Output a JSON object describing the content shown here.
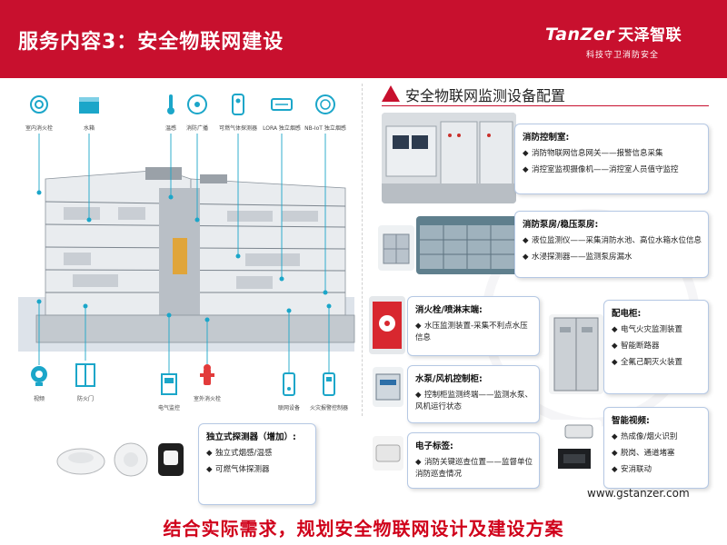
{
  "header": {
    "title": "服务内容3：安全物联网建设",
    "logo_main": "TanZer",
    "logo_cn": "天泽智联",
    "logo_sub": "科技守卫消防安全"
  },
  "diagram": {
    "devices_top": [
      {
        "label": "室内消火栓",
        "icon": "hydrant-icon"
      },
      {
        "label": "水箱",
        "icon": "water-tank-icon"
      },
      {
        "label": "温感",
        "icon": "thermometer-icon"
      },
      {
        "label": "消防广播",
        "icon": "speaker-icon"
      },
      {
        "label": "可燃气体探测器",
        "icon": "gas-detector-icon"
      },
      {
        "label": "LORA 独立烟感",
        "icon": "lora-smoke-icon"
      },
      {
        "label": "NB-IoT 独立烟感",
        "icon": "nb-smoke-icon"
      }
    ],
    "devices_bottom": [
      {
        "label": "视频",
        "icon": "camera-icon"
      },
      {
        "label": "防火门",
        "icon": "fire-door-icon"
      },
      {
        "label": "电气监控",
        "icon": "electric-monitor-icon"
      },
      {
        "label": "室外消火栓",
        "icon": "outdoor-hydrant-icon"
      },
      {
        "label": "联网设备",
        "icon": "network-device-icon"
      },
      {
        "label": "火灾报警控制器",
        "icon": "alarm-controller-icon"
      }
    ]
  },
  "section": {
    "title": "安全物联网监测设备配置"
  },
  "boxes": {
    "control_room": {
      "title": "消防控制室:",
      "items": [
        "消防物联网信息网关——报警信息采集",
        "消控室监视摄像机——消控室人员值守监控"
      ]
    },
    "pump_room": {
      "title": "消防泵房/稳压泵房:",
      "items": [
        "液位监测仪——采集消防水池、高位水箱水位信息",
        "水浸探测器——监测泵房漏水"
      ]
    },
    "hydrant": {
      "title": "消火栓/喷淋末端:",
      "items": [
        "水压监测装置-采集不利点水压信息"
      ]
    },
    "distribution": {
      "title": "配电柜:",
      "items": [
        "电气火灾监测装置",
        "智能断路器",
        "全氟己酮灭火装置"
      ]
    },
    "pump_control": {
      "title": "水泵/风机控制柜:",
      "items": [
        "控制柜监测终端——监测水泵、风机运行状态"
      ]
    },
    "smart_video": {
      "title": "智能视频:",
      "items": [
        "热成像/烟火识别",
        "脱岗、通道堵塞",
        "安消联动"
      ]
    },
    "e_tag": {
      "title": "电子标签:",
      "items": [
        "消防关键巡查位置——监督单位消防巡查情况"
      ]
    },
    "detector": {
      "title": "独立式探测器（增加）:",
      "items": [
        "独立式烟感/温感",
        "可燃气体探测器"
      ]
    }
  },
  "website": "www.gstanzer.com",
  "footer": "结合实际需求，规划安全物联网设计及建设方案",
  "colors": {
    "brand_red": "#c8102e",
    "footer_red": "#d0021b",
    "box_border": "#b5c8e4",
    "icon_teal": "#1ba6c9"
  }
}
